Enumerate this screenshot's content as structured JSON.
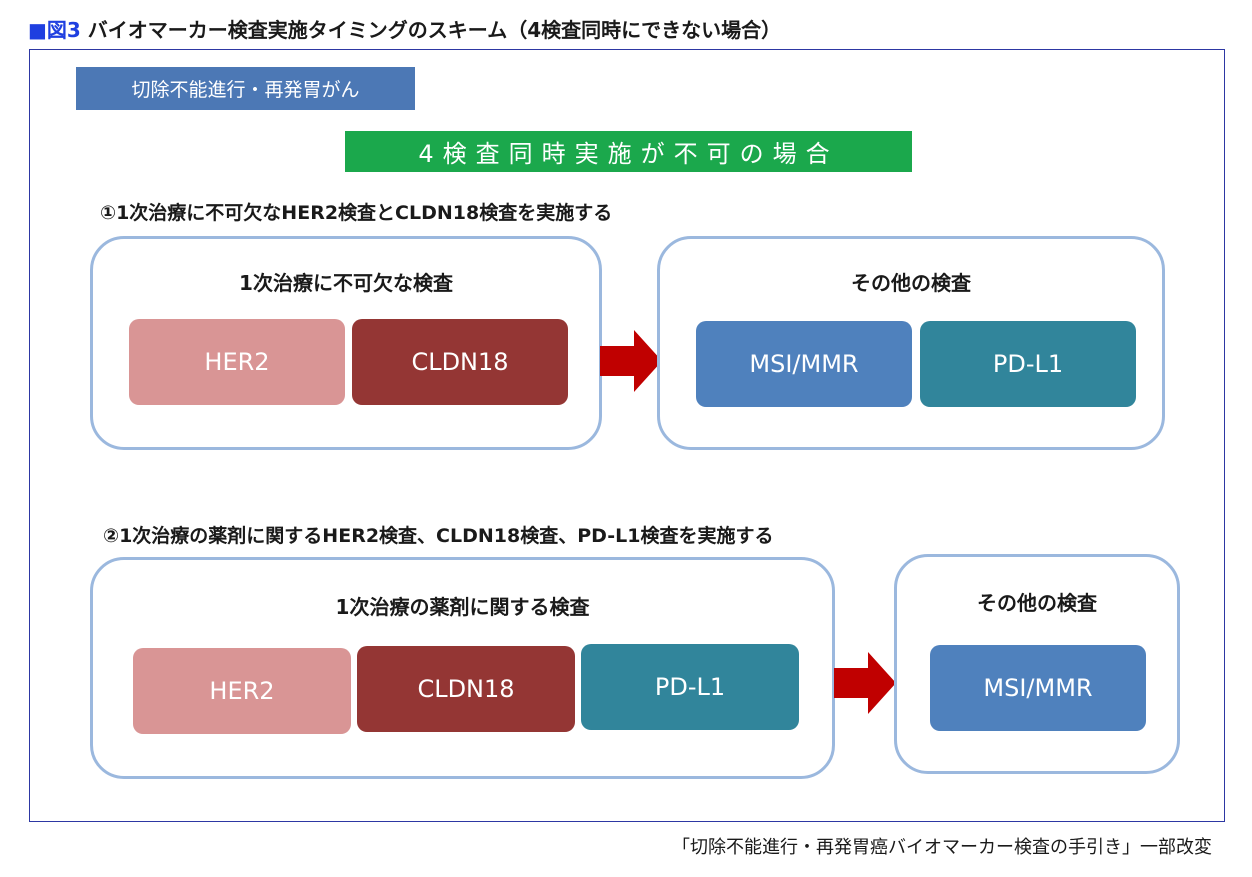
{
  "figure": {
    "square": "■",
    "label": "図3",
    "title": "バイオマーカー検査実施タイミングのスキーム（4検査同時にできない場合）"
  },
  "tag": "切除不能進行・再発胃がん",
  "banner": "4検査同時実施が不可の場合",
  "scenario1": {
    "heading": "①1次治療に不可欠なHER2検査とCLDN18検査を実施する",
    "left_box": {
      "title": "1次治療に不可欠な検査",
      "items": [
        "HER2",
        "CLDN18"
      ]
    },
    "right_box": {
      "title": "その他の検査",
      "items": [
        "MSI/MMR",
        "PD-L1"
      ]
    }
  },
  "scenario2": {
    "heading": "②1次治療の薬剤に関するHER2検査、CLDN18検査、PD-L1検査を実施する",
    "left_box": {
      "title": "1次治療の薬剤に関する検査",
      "items": [
        "HER2",
        "CLDN18",
        "PD-L1"
      ]
    },
    "right_box": {
      "title": "その他の検査",
      "items": [
        "MSI/MMR"
      ]
    }
  },
  "footer": "「切除不能進行・再発胃癌バイオマーカー検査の手引き」一部改変",
  "colors": {
    "her2": "#d99595",
    "cldn18": "#943634",
    "pdl1": "#31859b",
    "msi": "#4f81bd",
    "arrow": "#c00000",
    "banner": "#1ba84c",
    "tag": "#4c78b5",
    "box_border": "#9bb8de"
  }
}
